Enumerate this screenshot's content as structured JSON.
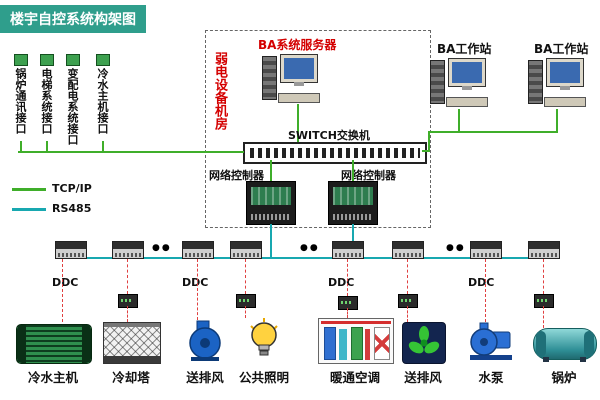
{
  "title": "楼宇自控系统构架图",
  "room": {
    "label": "弱电设备机房",
    "server_label": "BA系统服务器",
    "switch_label": "SWITCH交换机",
    "controller1_label": "网络控制器",
    "controller2_label": "网络控制器"
  },
  "workstation1_label": "BA工作站",
  "workstation2_label": "BA工作站",
  "interfaces": [
    {
      "label": "锅炉通讯接口"
    },
    {
      "label": "电梯系统接口"
    },
    {
      "label": "变配电系统接口"
    },
    {
      "label": "冷水主机接口"
    }
  ],
  "legend": {
    "tcpip": "TCP/IP",
    "rs485": "RS485"
  },
  "ddc_label": "DDC",
  "bus_dots": "●●",
  "equipment": [
    {
      "label": "冷水主机"
    },
    {
      "label": "冷却塔"
    },
    {
      "label": "送排风"
    },
    {
      "label": "公共照明"
    },
    {
      "label": "暖通空调"
    },
    {
      "label": "送排风"
    },
    {
      "label": "水泵"
    },
    {
      "label": "锅炉"
    }
  ],
  "colors": {
    "tcpip_line": "#3fae2a",
    "rs485_line": "#18a8b0",
    "signal_line": "#e04040",
    "title_bg": "#2f9e8c",
    "accent_red": "#d40000"
  }
}
